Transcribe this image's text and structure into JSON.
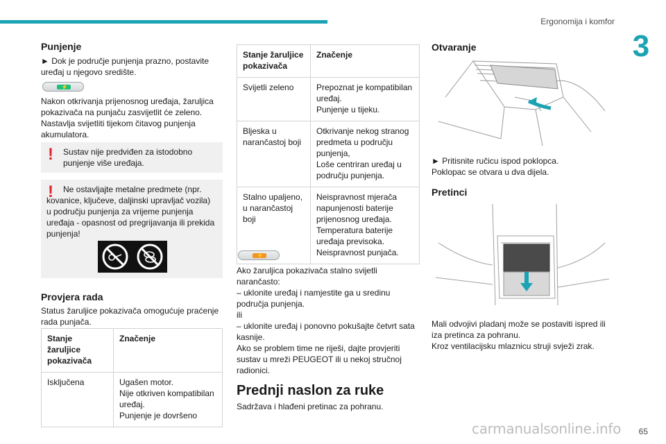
{
  "header": {
    "section_title": "Ergonomija i komfor",
    "chapter_number": "3",
    "accent_color": "#1ba3b4"
  },
  "footer": {
    "page_number": "65",
    "watermark": "carmanualsonline.info"
  },
  "col1": {
    "charging_title": "Punjenje",
    "charging_step": "► Dok je područje punjenja prazno, postavite uređaj u njegovo središte.",
    "charging_text": "Nakon otkrivanja prijenosnog uređaja, žaruljica pokazivača na punjaču zasvijetlit će zeleno. Nastavlja svijetliti tijekom čitavog punjenja akumulatora.",
    "warning1": "Sustav nije predviđen za istodobno punjenje više uređaja.",
    "warning2": "Ne ostavljajte metalne predmete (npr. kovanice, ključeve, daljinski upravljač vozila) u području punjenja za vrijeme punjenja uređaja - opasnost od pregrijavanja ili prekida punjenja!",
    "check_title": "Provjera rada",
    "check_text": "Status žaruljice pokazivača omogućuje praćenje rada punjača.",
    "table": {
      "headers": [
        "Stanje žaruljice pokazivača",
        "Značenje"
      ],
      "rows": [
        {
          "state": "Isključena",
          "meaning": [
            "Ugašen motor.",
            "Nije otkriven kompatibilan uređaj.",
            "Punjenje je dovršeno"
          ]
        }
      ]
    }
  },
  "col2": {
    "table": {
      "headers": [
        "Stanje žaruljice pokazivača",
        "Značenje"
      ],
      "rows": [
        {
          "state": "Svijetli zeleno",
          "meaning": [
            "Prepoznat je kompatibilan uređaj.",
            "Punjenje u tijeku."
          ]
        },
        {
          "state": "Bljeska u narančastoj boji",
          "meaning": [
            "Otkrivanje nekog stranog predmeta u području punjenja,",
            "Loše centriran uređaj u području punjenja."
          ]
        },
        {
          "state": "Stalno upaljeno, u narančastoj boji",
          "meaning": [
            "Neispravnost mjerača napunjenosti baterije prijenosnog uređaja.",
            "Temperatura baterije uređaja previsoka.",
            "Neispravnost punjača."
          ]
        }
      ]
    },
    "orange_text": [
      "Ako žaruljica pokazivača stalno svijetli narančasto:",
      "– uklonite uređaj i namjestite ga u sredinu područja punjenja.",
      "ili",
      "– uklonite uređaj i ponovno pokušajte četvrt sata kasnije.",
      "Ako se problem time ne riješi, dajte provjeriti sustav u mreži PEUGEOT ili u nekoj stručnoj radionici."
    ],
    "armrest_title": "Prednji naslon za ruke",
    "armrest_text": "Sadržava i hlađeni pretinac za pohranu."
  },
  "col3": {
    "opening_title": "Otvaranje",
    "opening_step": "► Pritisnite ručicu ispod poklopca.",
    "opening_text": "Poklopac se otvara u dva dijela.",
    "compartments_title": "Pretinci",
    "compartments_text": [
      "Mali odvojivi pladanj može se postaviti ispred ili iza pretinca za pohranu.",
      "Kroz ventilacijsku mlaznicu struji svježi zrak."
    ]
  }
}
